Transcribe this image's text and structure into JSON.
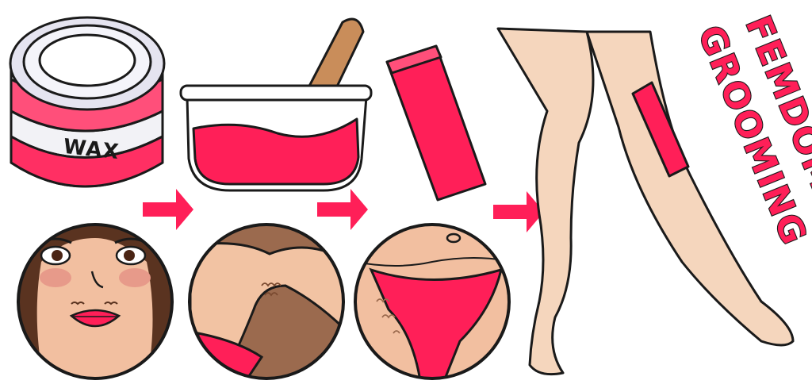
{
  "illustration": {
    "wax_can_label": "WAX",
    "title_line_1": "FEMDOM",
    "title_line_2": "GROOMING"
  },
  "colors": {
    "accent_pink": "#ff1f58",
    "skin": "#f5d6bd",
    "skin_dark": "#9b6a4e",
    "outline": "#1a1a1a"
  },
  "icons": [
    "wax-can-icon",
    "wax-bowl-icon",
    "wax-strip-icon",
    "arrow-right-icon",
    "legs-icon"
  ]
}
